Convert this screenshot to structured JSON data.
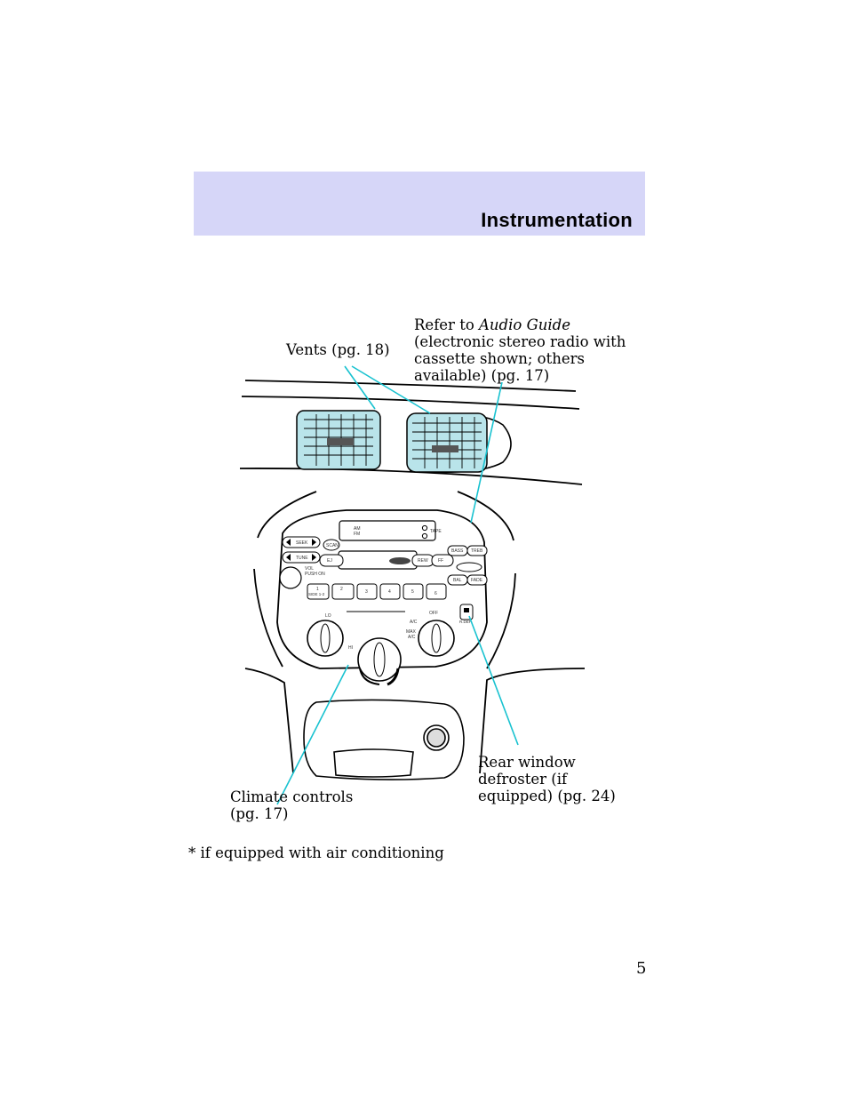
{
  "header": {
    "title": "Instrumentation"
  },
  "callouts": {
    "vents": "Vents (pg. 18)",
    "audio_prefix": "Refer to ",
    "audio_guide": "Audio Guide",
    "audio_line2": "(electronic stereo radio with",
    "audio_line3": "cassette shown; others",
    "audio_line4": "available) (pg. 17)",
    "climate_line1": "Climate controls",
    "climate_line2": "(pg. 17)",
    "defrost_line1": "Rear window",
    "defrost_line2": "defroster (if",
    "defrost_line3": "equipped) (pg. 24)"
  },
  "radio": {
    "am_fm_top": "AM",
    "am_fm_bottom": "FM",
    "tape": "TAPE",
    "seek": "SEEK",
    "scan": "SCAN",
    "tune": "TUNE",
    "ej": "EJ",
    "rew": "REW",
    "ff": "FF",
    "bass": "BASS",
    "treb": "TREB",
    "bal": "BAL",
    "fade": "FADE",
    "vol_line1": "VOL",
    "vol_line2": "PUSH ON",
    "preset1": "1",
    "preset1_sub": "SIDE 1-2",
    "preset2": "2",
    "preset3": "3",
    "preset4": "4",
    "preset5": "5",
    "preset6": "6"
  },
  "climate": {
    "lo": "LO",
    "hi": "HI",
    "off": "OFF",
    "ac": "A/C",
    "max_ac_line1": "MAX",
    "max_ac_line2": "A/C",
    "rdef": "R.DEF"
  },
  "footnote": "* if equipped with air conditioning",
  "page_number": "5"
}
